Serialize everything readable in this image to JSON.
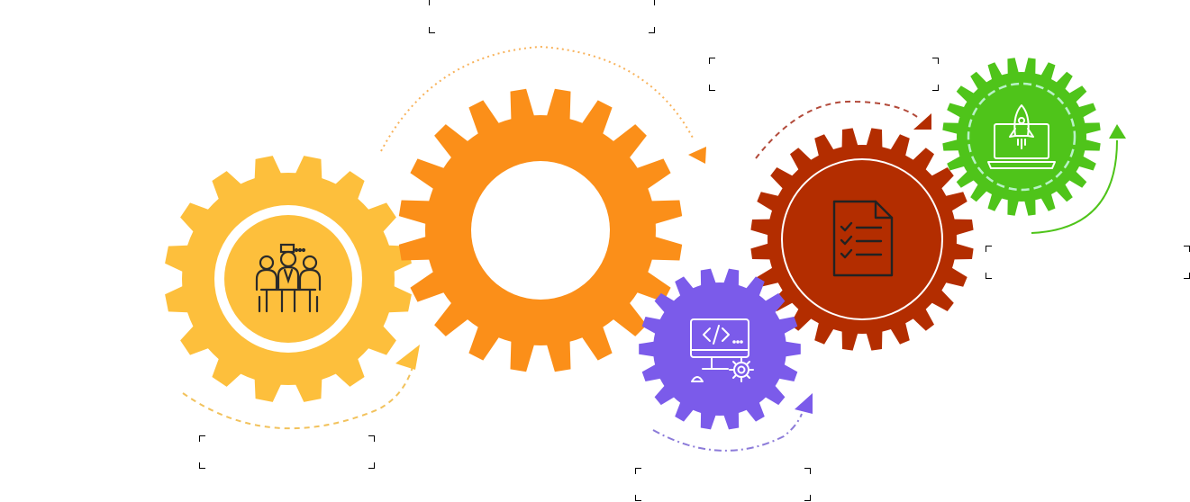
{
  "diagram": {
    "steps": [
      {
        "key": "team",
        "label": "",
        "color": "#FDBF3C",
        "icon": "team-meeting-icon"
      },
      {
        "key": "core",
        "label": "",
        "color": "#FB8F19",
        "icon": ""
      },
      {
        "key": "code",
        "label": "",
        "color": "#7B5BEA",
        "icon": "code-monitor-gear-icon"
      },
      {
        "key": "docs",
        "label": "",
        "color": "#B32D00",
        "icon": "checklist-document-icon"
      },
      {
        "key": "launch",
        "label": "",
        "color": "#4FC41A",
        "icon": "laptop-rocket-icon"
      }
    ],
    "bracket_colors": {
      "team": "#F2C25C",
      "core": "#F2B05A",
      "code": "#8C7BD9",
      "docs": "#E07A70",
      "launch": "#8ED46A"
    }
  }
}
